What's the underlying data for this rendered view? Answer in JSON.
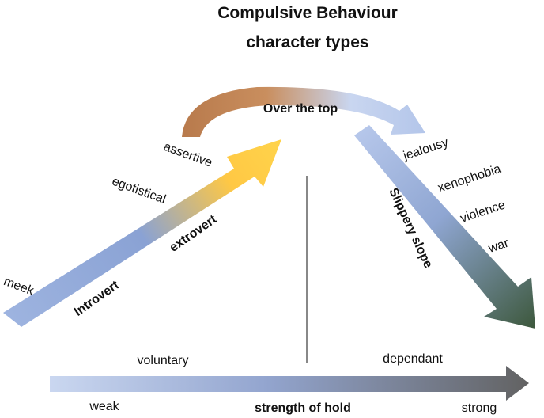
{
  "title": {
    "line1": "Compulsive Behaviour",
    "line2": "character types"
  },
  "labels": {
    "over_the_top": "Over the top",
    "assertive": "assertive",
    "egotistical": "egotistical",
    "meek": "meek",
    "introvert": "Introvert",
    "extrovert": "extrovert",
    "jealousy": "jealousy",
    "xenophobia": "xenophobia",
    "violence": "violence",
    "war": "war",
    "slippery_slope": "Slippery slope",
    "voluntary": "voluntary",
    "dependant": "dependant",
    "weak": "weak",
    "strength_of_hold": "strength of hold",
    "strong": "strong"
  },
  "colors": {
    "light_blue": "#c3d4ee",
    "mid_blue": "#8fa7d6",
    "yellow": "#ffcb45",
    "rust": "#b07040",
    "dark_green": "#435a44",
    "dark_gray": "#626262"
  }
}
